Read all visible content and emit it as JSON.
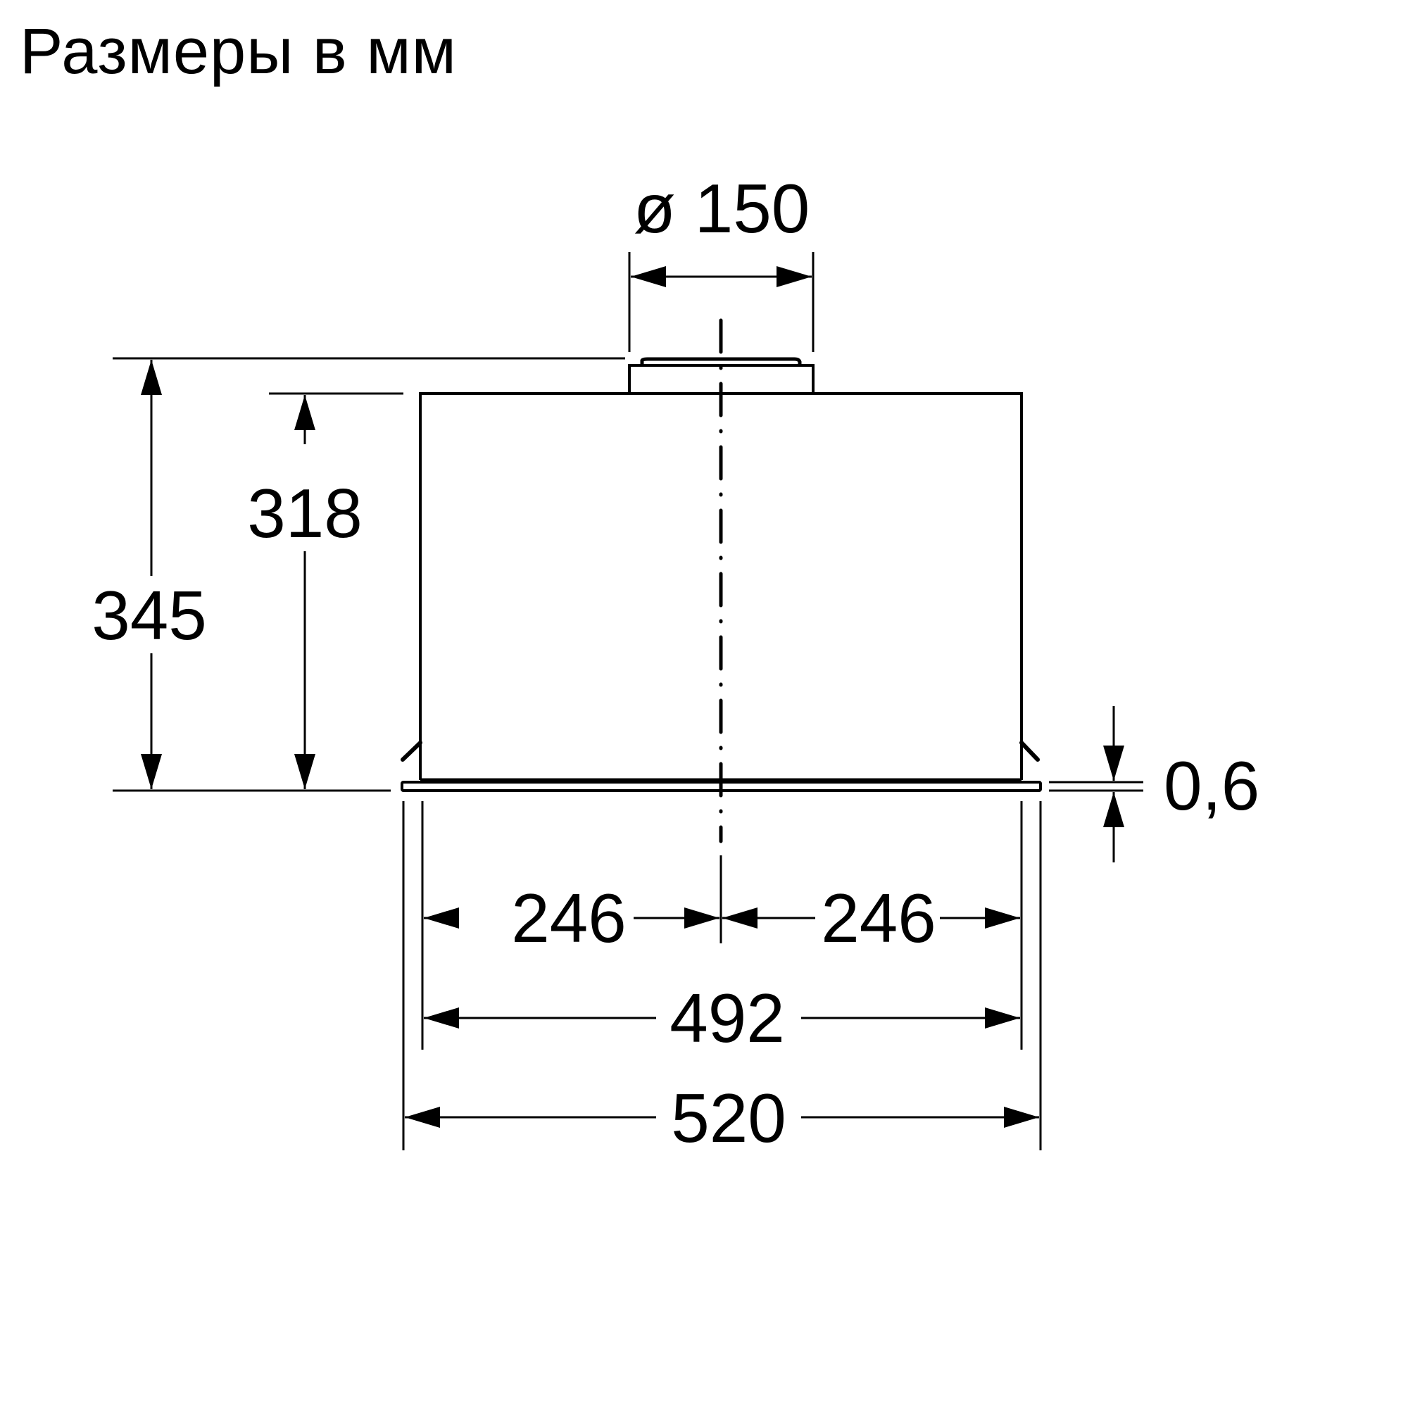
{
  "title": "Размеры в мм",
  "colors": {
    "line": "#000000",
    "background": "#ffffff"
  },
  "dimensions": {
    "duct_diameter": "ø 150",
    "total_height": "345",
    "body_height": "318",
    "half_width_left": "246",
    "half_width_right": "246",
    "body_width": "492",
    "total_width": "520",
    "plate_thickness": "0,6"
  },
  "chart_data": {
    "type": "technical-drawing",
    "title": "Размеры в мм",
    "unit": "mm",
    "object": "built-in cooker hood (front view)",
    "measurements": [
      {
        "label": "ø 150",
        "value": 150,
        "meaning": "exhaust duct diameter"
      },
      {
        "label": "345",
        "value": 345,
        "meaning": "total height including duct collar"
      },
      {
        "label": "318",
        "value": 318,
        "meaning": "housing height"
      },
      {
        "label": "246",
        "value": 246,
        "meaning": "centerline to left housing edge"
      },
      {
        "label": "246",
        "value": 246,
        "meaning": "centerline to right housing edge"
      },
      {
        "label": "492",
        "value": 492,
        "meaning": "housing width"
      },
      {
        "label": "520",
        "value": 520,
        "meaning": "bottom plate width"
      },
      {
        "label": "0,6",
        "value": 0.6,
        "meaning": "bottom plate thickness"
      }
    ]
  }
}
